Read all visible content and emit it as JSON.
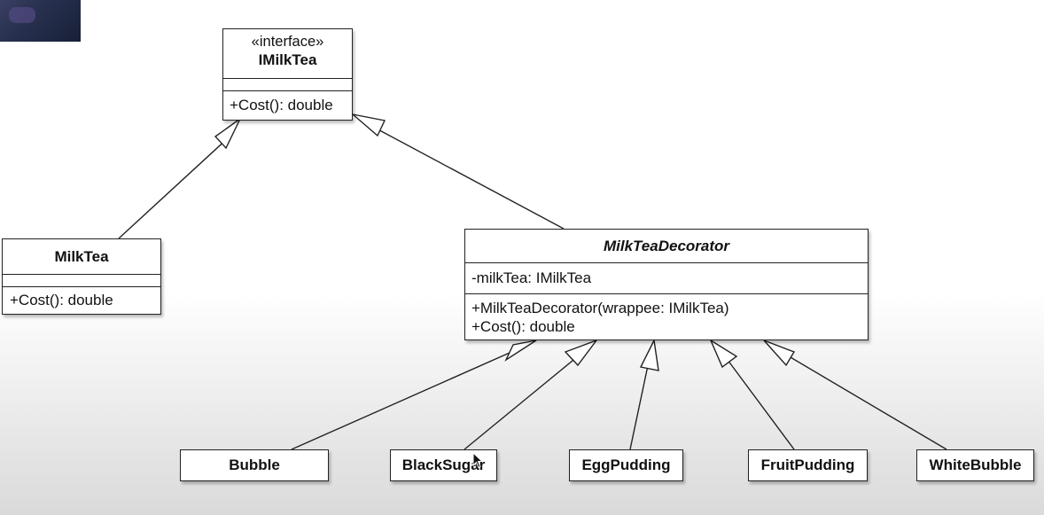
{
  "interface_class": {
    "stereotype": "«interface»",
    "name": "IMilkTea",
    "operations": [
      "+Cost(): double"
    ]
  },
  "concrete_class": {
    "name": "MilkTea",
    "operations": [
      "+Cost(): double"
    ]
  },
  "decorator_class": {
    "name": "MilkTeaDecorator",
    "abstract": true,
    "attributes": [
      "-milkTea: IMilkTea"
    ],
    "operations": [
      "+MilkTeaDecorator(wrappee: IMilkTea)",
      "+Cost(): double"
    ]
  },
  "concrete_decorators": [
    "Bubble",
    "BlackSugar",
    "EggPudding",
    "FruitPudding",
    "WhiteBubble"
  ],
  "colors": {
    "line": "#222222",
    "box_fill": "#ffffff"
  }
}
